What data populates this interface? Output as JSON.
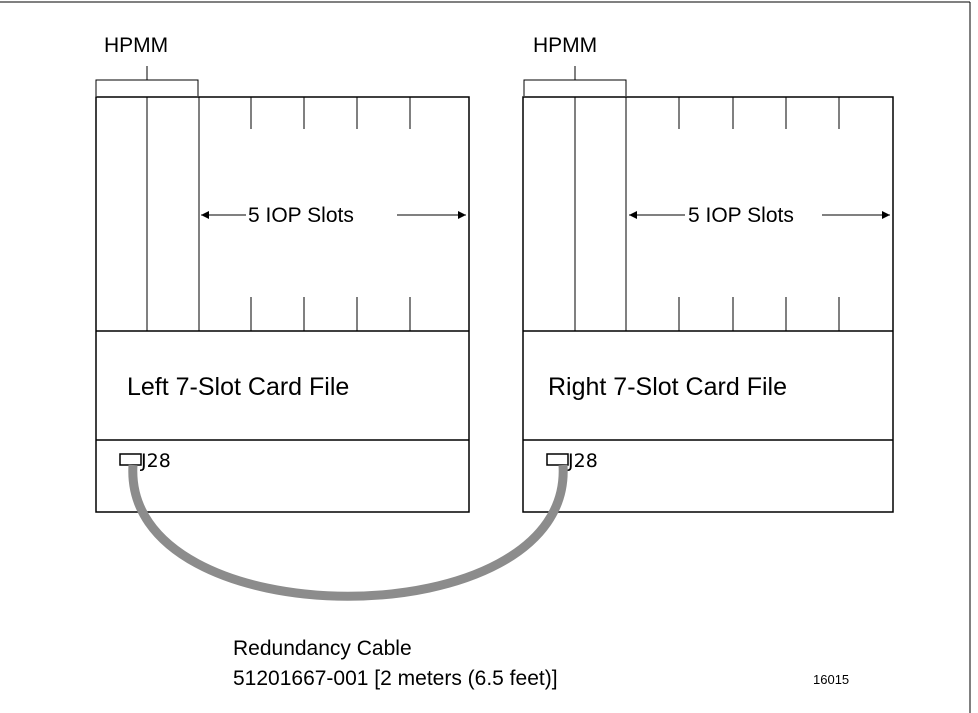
{
  "left_card_file": {
    "hpmm_label": "HPMM",
    "slots_label": "5 IOP Slots",
    "name": "Left 7-Slot Card File",
    "connector": "J28"
  },
  "right_card_file": {
    "hpmm_label": "HPMM",
    "slots_label": "5 IOP Slots",
    "name": "Right 7-Slot Card File",
    "connector": "J28"
  },
  "cable": {
    "name": "Redundancy Cable",
    "part": "51201667-001 [2 meters (6.5 feet)]",
    "color": "#8c8c8c"
  },
  "figure_number": "16015"
}
